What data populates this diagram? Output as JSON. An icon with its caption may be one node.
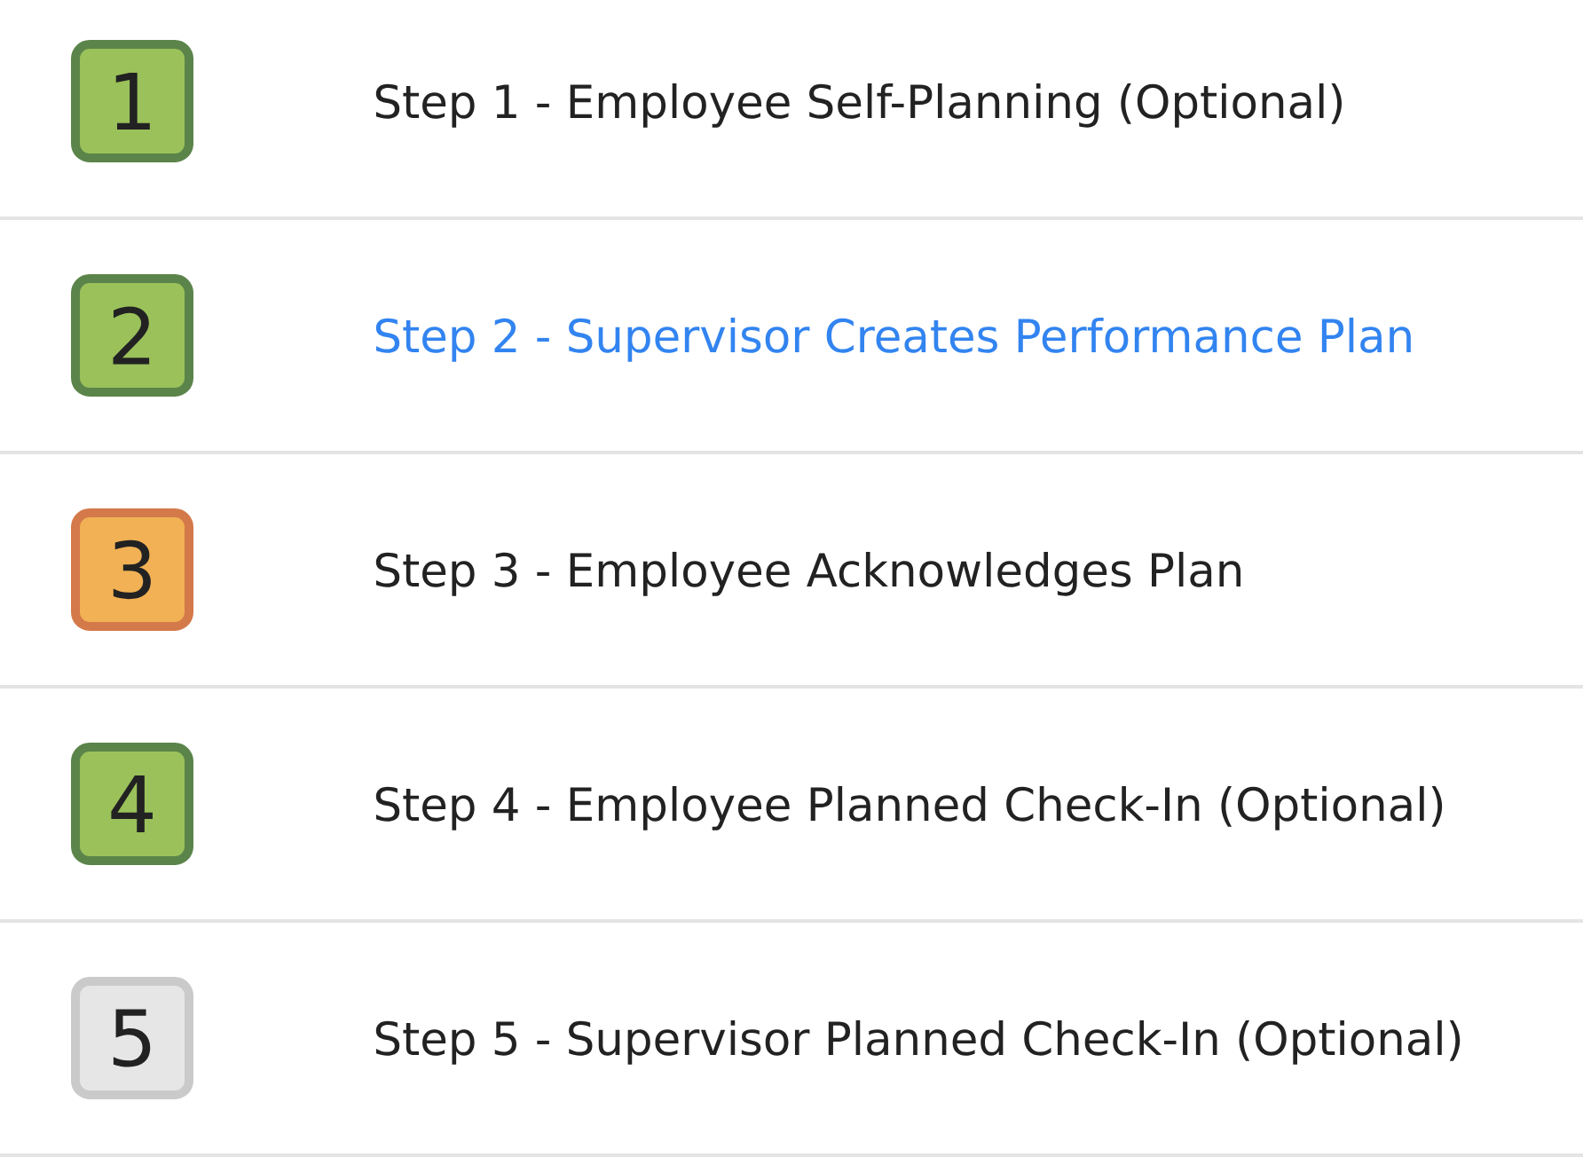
{
  "diagram": {
    "nodes": [
      {
        "text": [
          "1"
        ]
      },
      {
        "text": [
          "2"
        ]
      },
      {
        "text": [
          "3"
        ]
      },
      {
        "text": [
          "4"
        ]
      },
      {
        "text": [
          "5"
        ]
      }
    ],
    "labels": [
      "Step 1 - Employee Self-Planning (Optional)",
      "Step 2 - Supervisor Creates Performance Plan",
      "Step 3 - Employee Acknowledges Plan",
      "Step 4 - Employee Planned Check-In (Optional)",
      "Step 5 - Supervisor Planned Check-In (Optional)"
    ]
  }
}
